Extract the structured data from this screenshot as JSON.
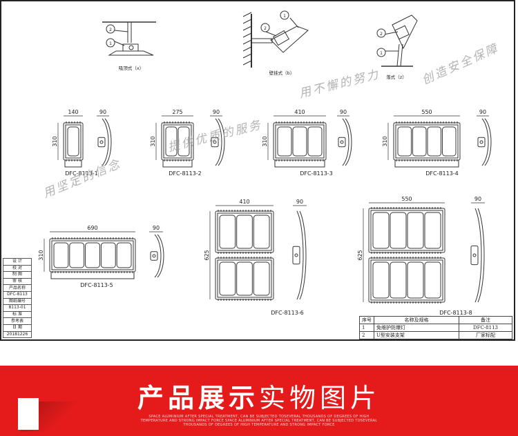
{
  "drawing": {
    "mount_labels": [
      "吸顶式（x）",
      "壁挂式（b）",
      "落式（z）"
    ],
    "callouts": [
      "1",
      "2"
    ],
    "models": [
      {
        "name": "DFC-8113-1",
        "width": "140",
        "depth": "90",
        "height": "310"
      },
      {
        "name": "DFC-8113-2",
        "width": "275",
        "depth": "90",
        "height": "310"
      },
      {
        "name": "DFC-8113-3",
        "width": "410",
        "depth": "90",
        "height": "310"
      },
      {
        "name": "DFC-8113-4",
        "width": "550",
        "depth": "90",
        "height": "310"
      },
      {
        "name": "DFC-8113-5",
        "width": "690",
        "depth": "90",
        "height": "310"
      },
      {
        "name": "DFC-8113-6",
        "width": "410",
        "depth": "90",
        "height": "625"
      },
      {
        "name": "DFC-8113-8",
        "width": "550",
        "depth": "90",
        "height": "625"
      }
    ],
    "title_block": [
      "设 计",
      "校 对",
      "制 图",
      "审 核",
      "产品名称",
      "DFC-8113",
      "图纸编号",
      "8113-01",
      "标 准",
      "参考表",
      "日 期",
      "20181226"
    ],
    "parts_table": {
      "header": [
        "序号",
        "名称及规格",
        "备注"
      ],
      "rows": [
        [
          "1",
          "免维护防爆灯",
          "DFC-8113"
        ],
        [
          "2",
          "U型安装支架",
          "厂家标配"
        ]
      ]
    },
    "watermark": {
      "line1": "用坚定的信念",
      "line1_blue": "定",
      "line2": "提供优质的服务",
      "line3": "用不懈的努力",
      "line3_blue": "力",
      "line4": "创造安全保障"
    }
  },
  "banner": {
    "title_bold": "产品展示",
    "title_light": "实物图片",
    "subtitle": "SPACE ALUMINIUM AFTER SPECIAL TREATMENT, CAN BE SUBJECTED TOSEVERAL THOUSANDS OF DEGREES OF HIGH TEMPERATURE AND STRONG IMPACT FORCE SPACE ALUMINIUM AFTER SPECIAL TREATMENT, CAN BE SUBJECTED TOSEVERAL THOUSANDS OF DEGREES OF HIGH TEMPERATURE AND STRONG IMPACT FORCE"
  },
  "colors": {
    "banner": "#e51b1b",
    "line": "#333333",
    "watermark_blue": "#2a5bd7"
  }
}
